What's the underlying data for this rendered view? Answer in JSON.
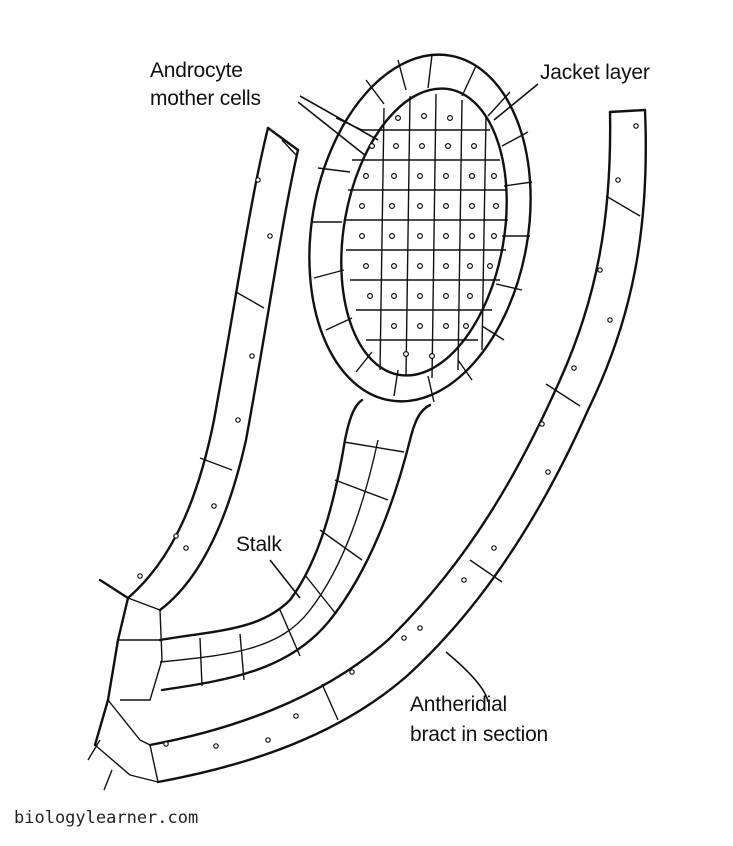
{
  "labels": {
    "androcyte_line1": "Androcyte",
    "androcyte_line2": "mother cells",
    "jacket": "Jacket layer",
    "stalk": "Stalk",
    "bract_line1": "Antheridial",
    "bract_line2": "bract in section"
  },
  "watermark": "biologylearner.com",
  "colors": {
    "ink": "#111111",
    "paper": "#ffffff"
  }
}
